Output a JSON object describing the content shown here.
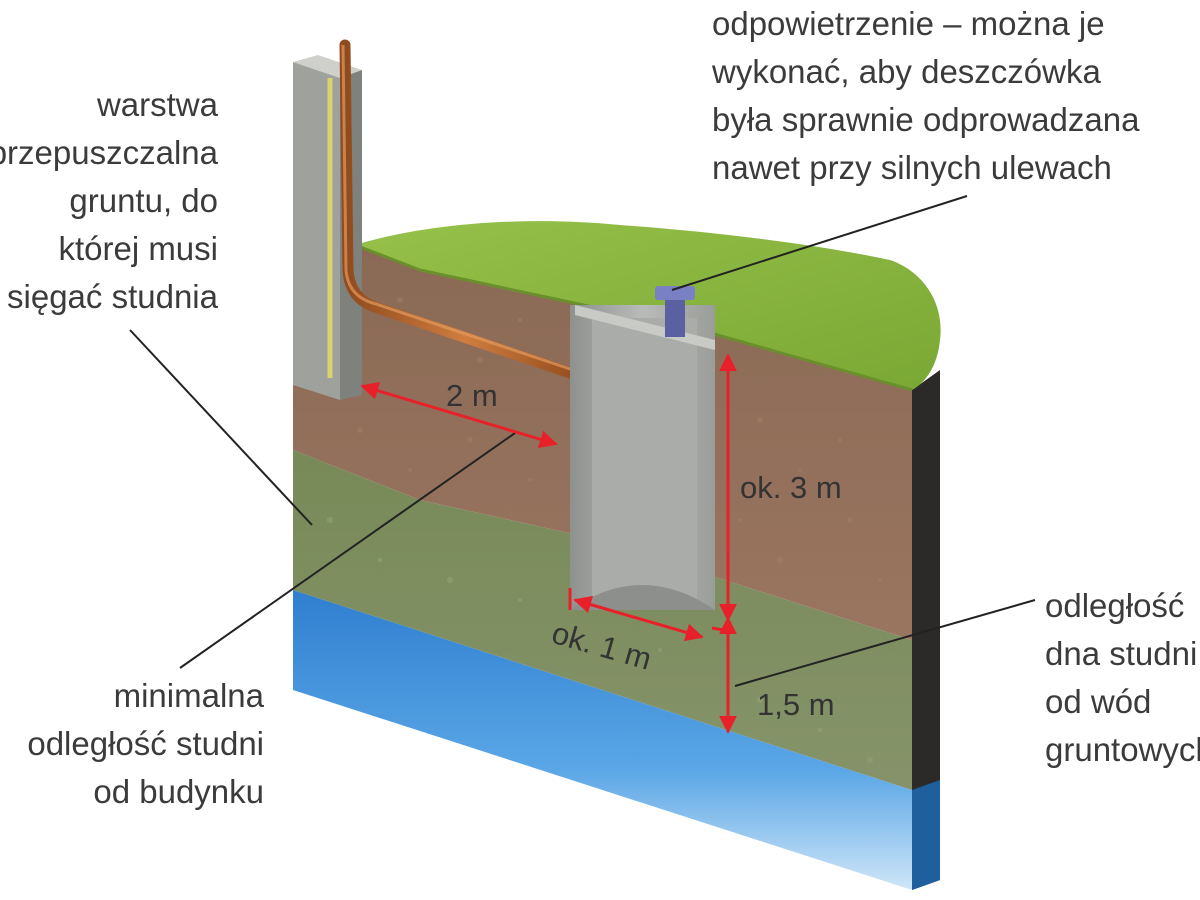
{
  "callouts": {
    "permeable_layer": [
      "warstwa",
      "przepuszczalna",
      "gruntu, do",
      "której musi",
      "sięgać studnia"
    ],
    "vent": [
      "odpowietrzenie – można je",
      "wykonać, aby deszczówka",
      "była sprawnie odprowadzana",
      "nawet przy silnych ulewach"
    ],
    "min_distance_building": [
      "minimalna",
      "odległość studni",
      "od budynku"
    ],
    "distance_groundwater": [
      "odległość",
      "dna studni",
      "od wód",
      "gruntowych"
    ]
  },
  "dimensions": {
    "distance_building": "2 m",
    "well_depth": "ok. 3 m",
    "well_width": "ok. 1 m",
    "groundwater_gap": "1,5 m"
  },
  "colors": {
    "arrow": "#e8202a",
    "grass": "#86b83a",
    "soil": "#8f6e58",
    "permeable_soil": "#7c8a5c",
    "groundwater": "#3f8fd6",
    "wall": "#a8aaa6",
    "pipe": "#b8652b",
    "vent_cap": "#6f74b8",
    "text": "#3b3b3b"
  }
}
